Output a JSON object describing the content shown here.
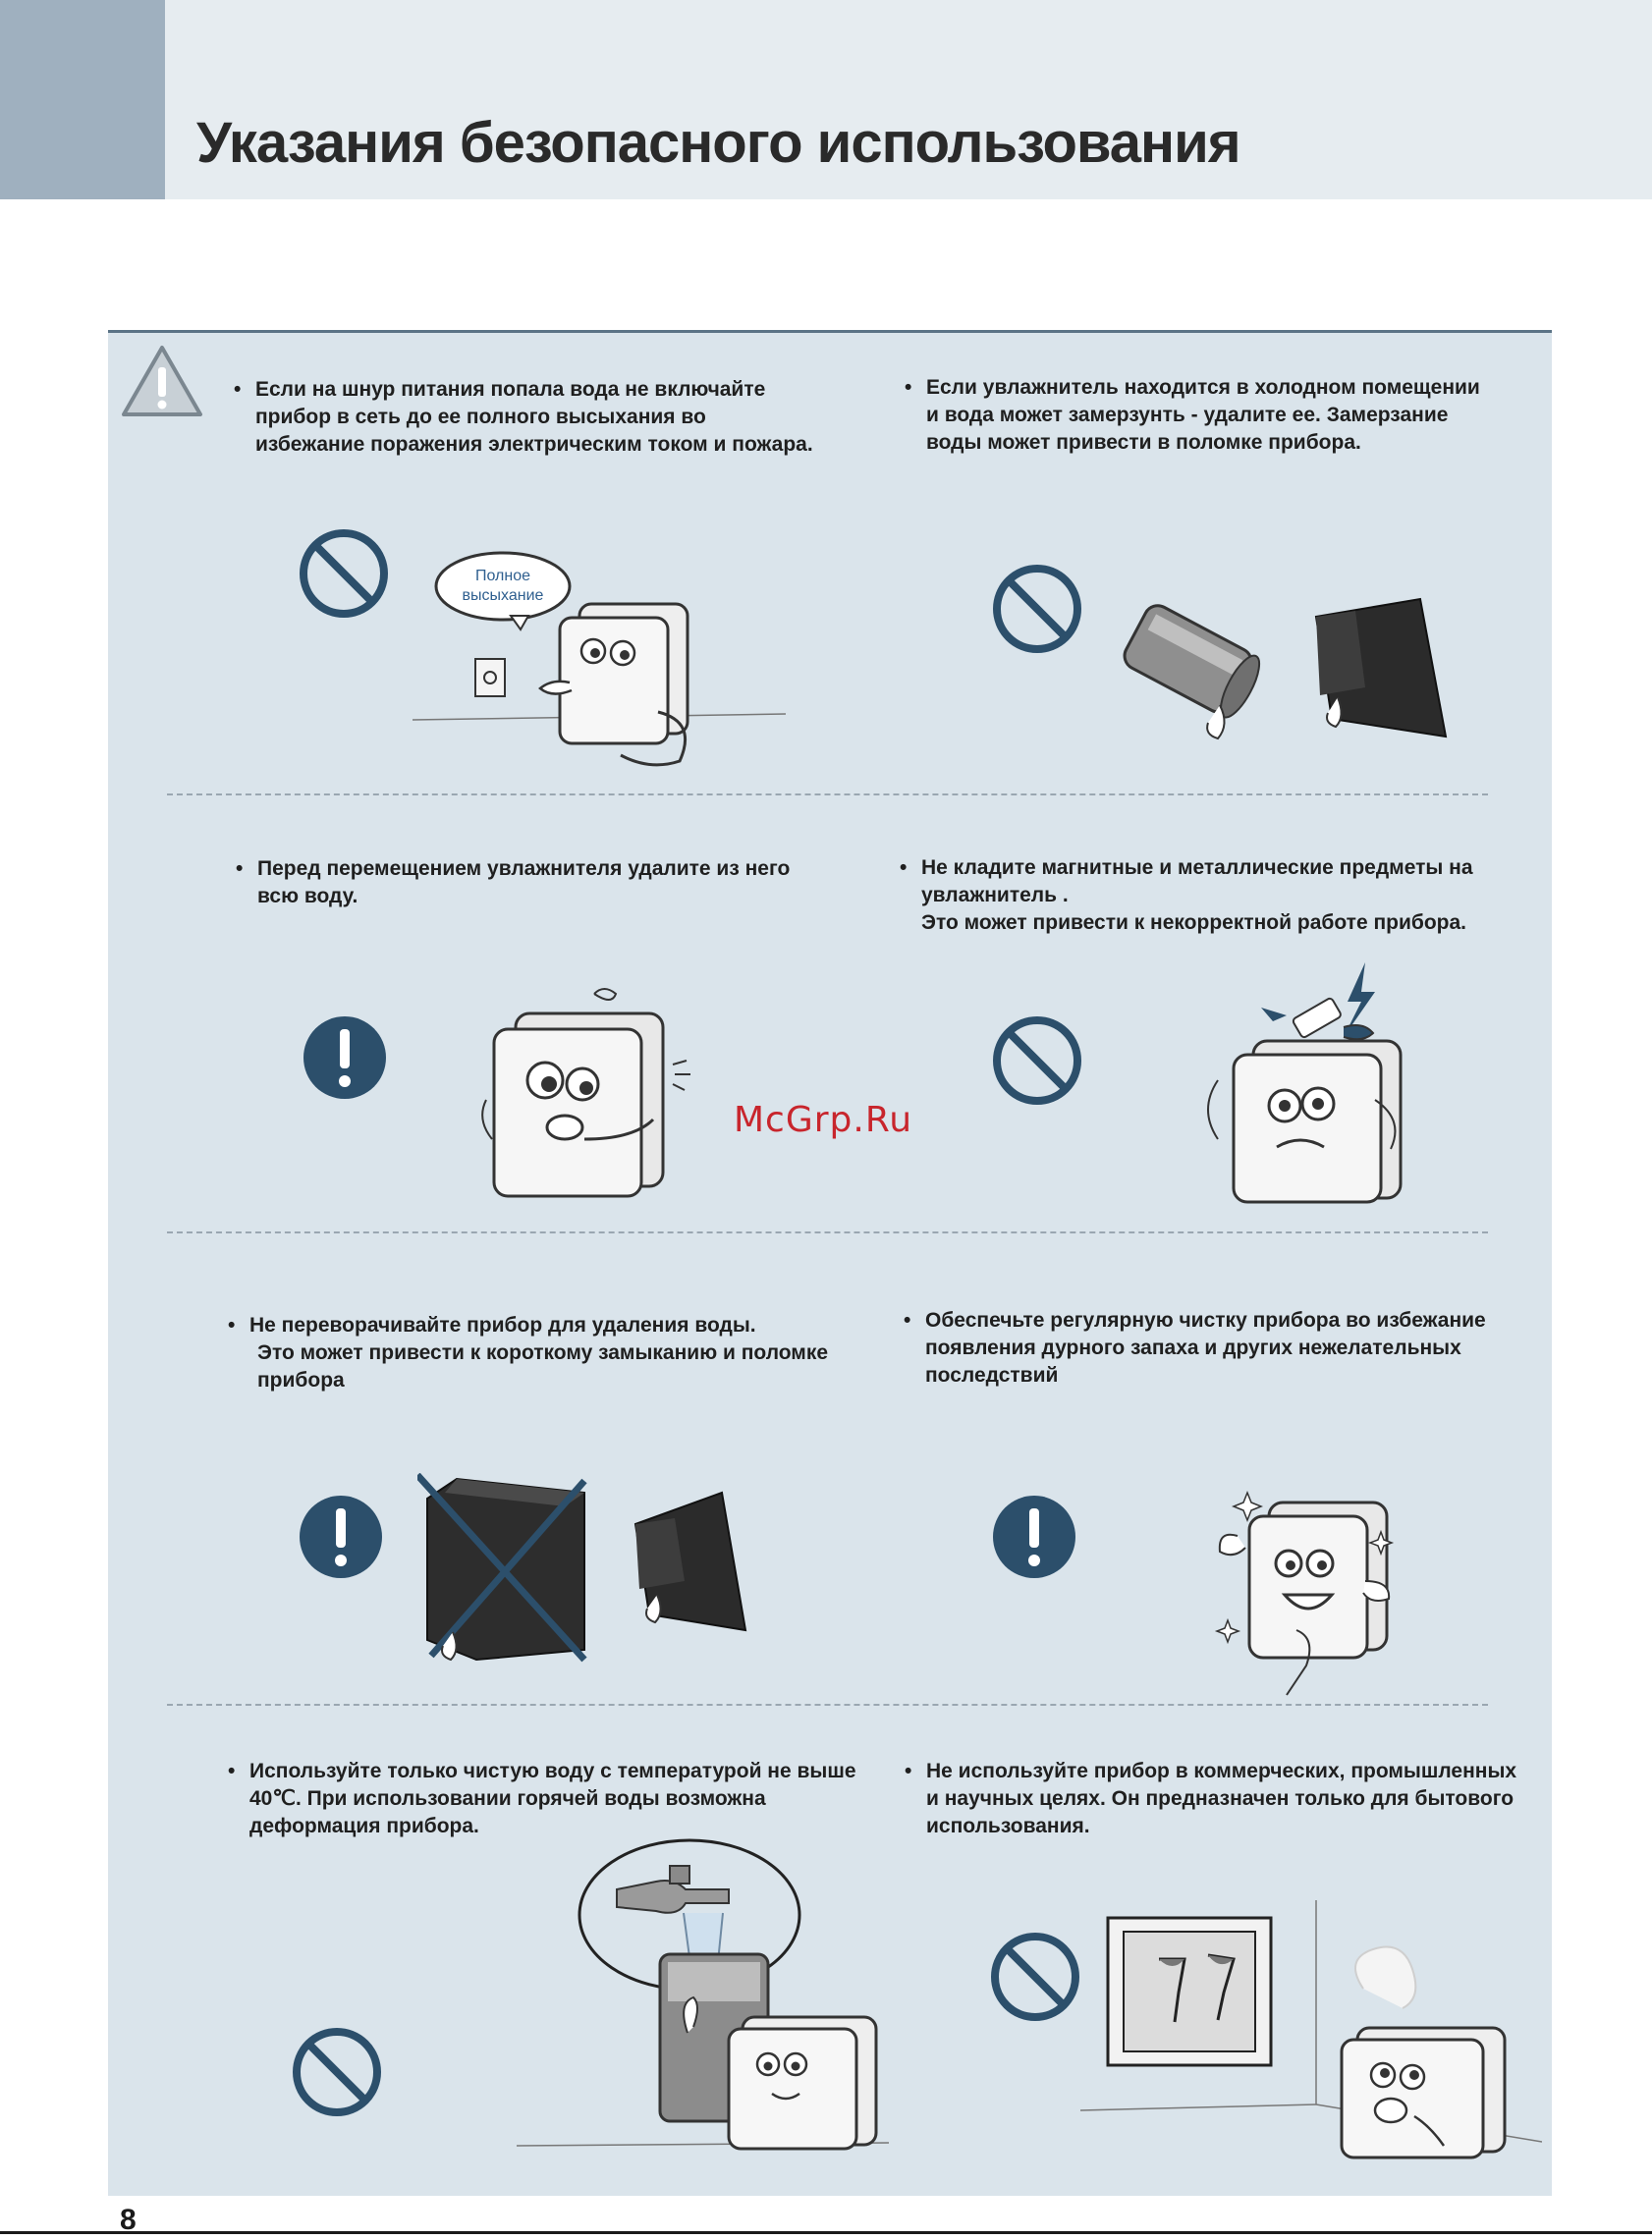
{
  "page": {
    "title": "Указания безопасного использования",
    "page_number": "8",
    "watermark": "McGrp.Ru"
  },
  "colors": {
    "header_block": "#9fb0bf",
    "header_band": "#e6ecf0",
    "panel": "#dae4eb",
    "symbol": "#2c4f6b"
  },
  "items": [
    {
      "symbol": "prohibition-icon",
      "text": [
        "Если на шнур питания попала вода не включайте",
        "прибор в сеть до ее полного высыхания во",
        "избежание поражения электрическим током и пожара."
      ],
      "bubble": [
        "Полное",
        "высыхание"
      ]
    },
    {
      "symbol": "prohibition-icon",
      "text": [
        "Если увлажнитель находится в холодном помещении",
        "и вода  может замерзунть - удалите ее. Замерзание",
        "воды может привести в поломке прибора."
      ]
    },
    {
      "symbol": "exclamation-icon",
      "text": [
        "Перед перемещением увлажнителя удалите из него",
        "всю воду."
      ]
    },
    {
      "symbol": "prohibition-icon",
      "text": [
        "Не кладите магнитные и металлические предметы на",
        "увлажнитель .",
        "Это может привести к некорректной работе прибора."
      ]
    },
    {
      "symbol": "exclamation-icon",
      "text": [
        "Не переворачивайте прибор для удаления воды.",
        "Это может привести к короткому замыканию и поломке",
        "прибора"
      ]
    },
    {
      "symbol": "exclamation-icon",
      "text": [
        "Обеспечьте регулярную чистку прибора во избежание",
        "появления дурного запаха и других нежелательных",
        "последствий"
      ]
    },
    {
      "symbol": "prohibition-icon",
      "text": [
        "Используйте только чистую воду с температурой не выше",
        "40℃. При использовании горячей воды возможна",
        "деформация прибора."
      ]
    },
    {
      "symbol": "prohibition-icon",
      "text": [
        "Не используйте прибор в коммерческих, промышленных",
        "и научных целях. Он предназначен только для бытового",
        "использования."
      ]
    }
  ]
}
